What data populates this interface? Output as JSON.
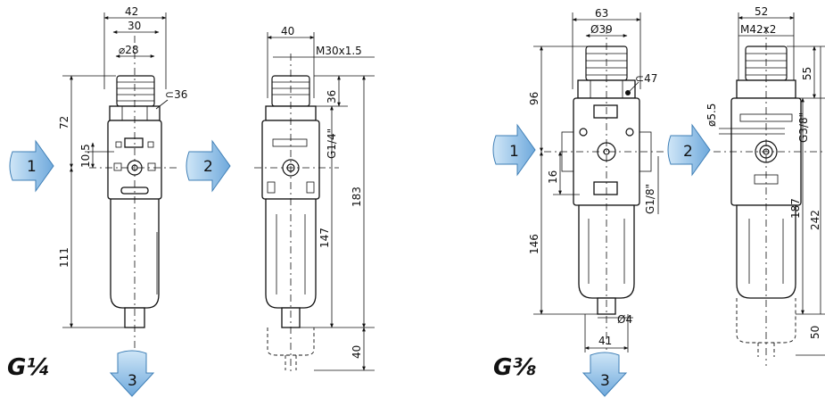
{
  "variants": [
    {
      "size_label": "G¼",
      "front_view": {
        "dims": {
          "width_overall": "42",
          "width_top": "30",
          "knob_diameter": "⌀28",
          "wrench": "36",
          "height_upper": "72",
          "port_height": "10.5",
          "height_lower": "111"
        }
      },
      "side_view": {
        "dims": {
          "width": "40",
          "thread": "M30x1.5",
          "height_top": "36",
          "gauge_port": "G1/4\"",
          "height_mid": "147",
          "height_total": "183",
          "drain_clearance": "40"
        }
      },
      "ports": {
        "inlet": "1",
        "outlet": "2",
        "drain": "3"
      }
    },
    {
      "size_label": "G⅜",
      "front_view": {
        "dims": {
          "width_overall": "63",
          "knob_diameter": "Ø39",
          "wrench": "47",
          "height_upper": "96",
          "port_height": "16",
          "gauge_port": "G1/8\"",
          "height_lower": "146",
          "drain_diameter": "Ø4",
          "bottom_width": "41"
        }
      },
      "side_view": {
        "dims": {
          "width": "52",
          "thread": "M42x2",
          "height_top": "55",
          "mount_hole": "ø5.5",
          "port_thread": "G3/8\"",
          "height_mid": "187",
          "height_total": "242",
          "drain_clearance": "50"
        }
      },
      "ports": {
        "inlet": "1",
        "outlet": "2",
        "drain": "3"
      }
    }
  ],
  "colors": {
    "arrow_fill": "#9ec8ea",
    "arrow_stroke": "#3f7fb6",
    "line": "#111111"
  }
}
